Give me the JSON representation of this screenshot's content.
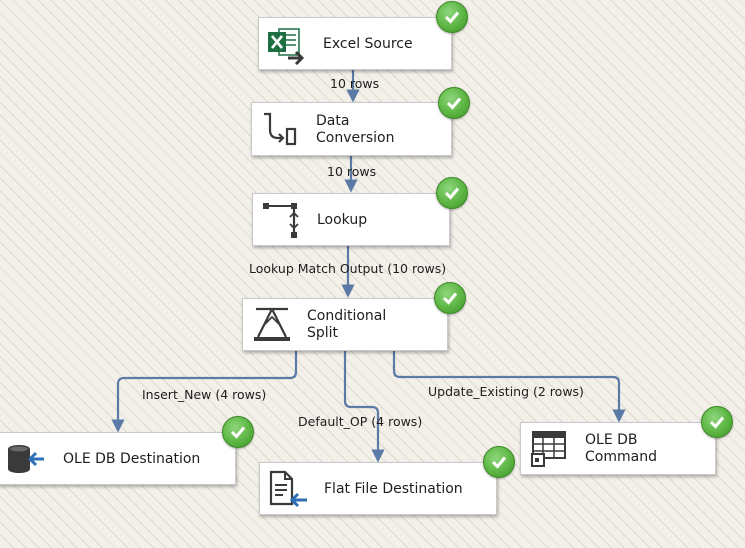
{
  "colors": {
    "wire": "#5b7aa6",
    "check": "#5cb543",
    "excel_green": "#1d6f42",
    "arrow_blue": "#2e6fb5"
  },
  "nodes": {
    "excel_source": {
      "label": "Excel Source",
      "icon": "excel-source-icon",
      "status": "success"
    },
    "data_conversion": {
      "label": "Data\nConversion",
      "icon": "data-conversion-icon",
      "status": "success"
    },
    "lookup": {
      "label": "Lookup",
      "icon": "lookup-icon",
      "status": "success"
    },
    "conditional_split": {
      "label": "Conditional\nSplit",
      "icon": "conditional-split-icon",
      "status": "success"
    },
    "ole_db_destination": {
      "label": "OLE DB Destination",
      "icon": "ole-db-destination-icon",
      "status": "success"
    },
    "flat_file_destination": {
      "label": "Flat File Destination",
      "icon": "flat-file-destination-icon",
      "status": "success"
    },
    "ole_db_command": {
      "label": "OLE DB\nCommand",
      "icon": "ole-db-command-icon",
      "status": "success"
    }
  },
  "paths": {
    "excel_to_conversion": "10 rows",
    "conversion_to_lookup": "10 rows",
    "lookup_to_split": "Lookup Match Output (10 rows)",
    "split_insert_new": "Insert_New (4 rows)",
    "split_default_op": "Default_OP (4 rows)",
    "split_update_existing": "Update_Existing (2 rows)"
  }
}
